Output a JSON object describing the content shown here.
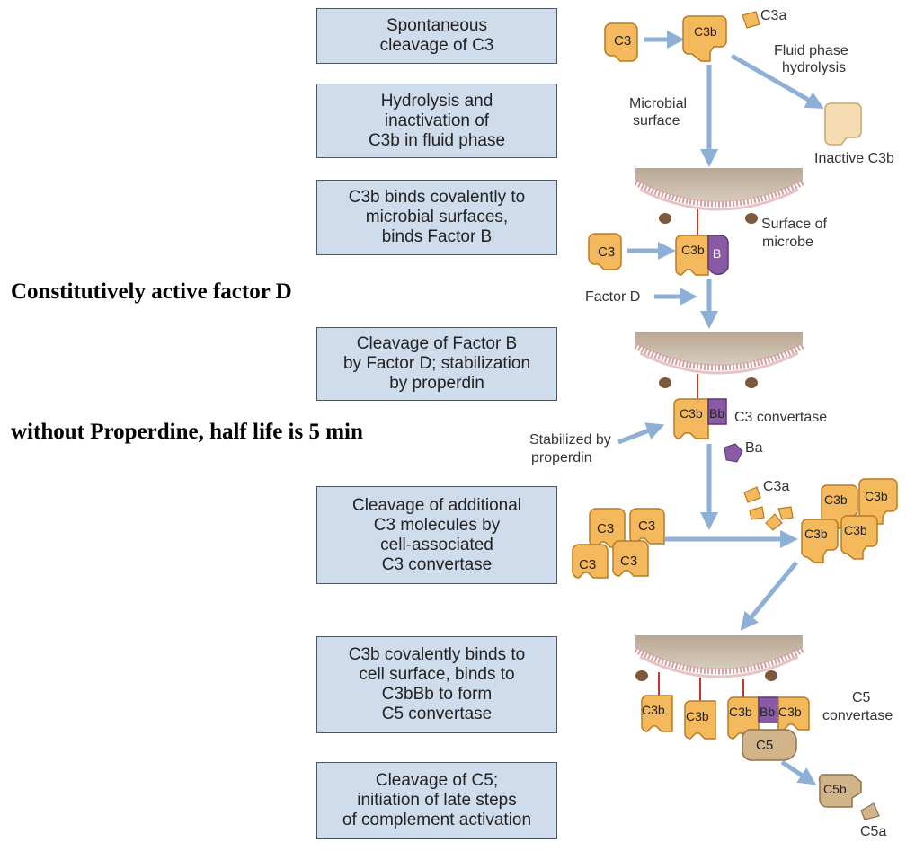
{
  "steps": [
    "Spontaneous\ncleavage of C3",
    "Hydrolysis and\ninactivation of\nC3b in fluid phase",
    "C3b binds covalently to\nmicrobial surfaces,\nbinds Factor B",
    "Cleavage of Factor B\nby Factor D; stabilization\nby properdin",
    "Cleavage of additional\nC3 molecules by\ncell-associated\nC3 convertase",
    "C3b covalently binds to\ncell surface, binds to\nC3bBb to form\nC5 convertase",
    "Cleavage of C5;\ninitiation of late steps\nof complement activation"
  ],
  "notes": {
    "factor_d": "Constitutively active factor D",
    "properdin": "without Properdine, half life is 5 min"
  },
  "molecules": {
    "c3": "C3",
    "c3b": "C3b",
    "c3a": "C3a",
    "b": "B",
    "bb": "Bb",
    "ba": "Ba",
    "c5": "C5",
    "c5b": "C5b",
    "c5a": "C5a"
  },
  "labels": {
    "fluid_phase_1": "Fluid phase",
    "fluid_phase_2": "hydrolysis",
    "microbial_1": "Microbial",
    "microbial_2": "surface",
    "inactive": "Inactive C3b",
    "surface_1": "Surface of",
    "surface_2": "microbe",
    "factor_d": "Factor D",
    "c3_convertase": "C3 convertase",
    "stab_1": "Stabilized by",
    "stab_2": "properdin",
    "c5_conv_1": "C5",
    "c5_conv_2": "convertase"
  },
  "colors": {
    "c3": "#f4b95c",
    "c3_edge": "#b87b22",
    "factor_b": "#8a5aa6",
    "c5": "#d2b48a",
    "membrane": "#c9bbaa",
    "arrow": "#8fb0d6",
    "box": "#cfdcec"
  }
}
